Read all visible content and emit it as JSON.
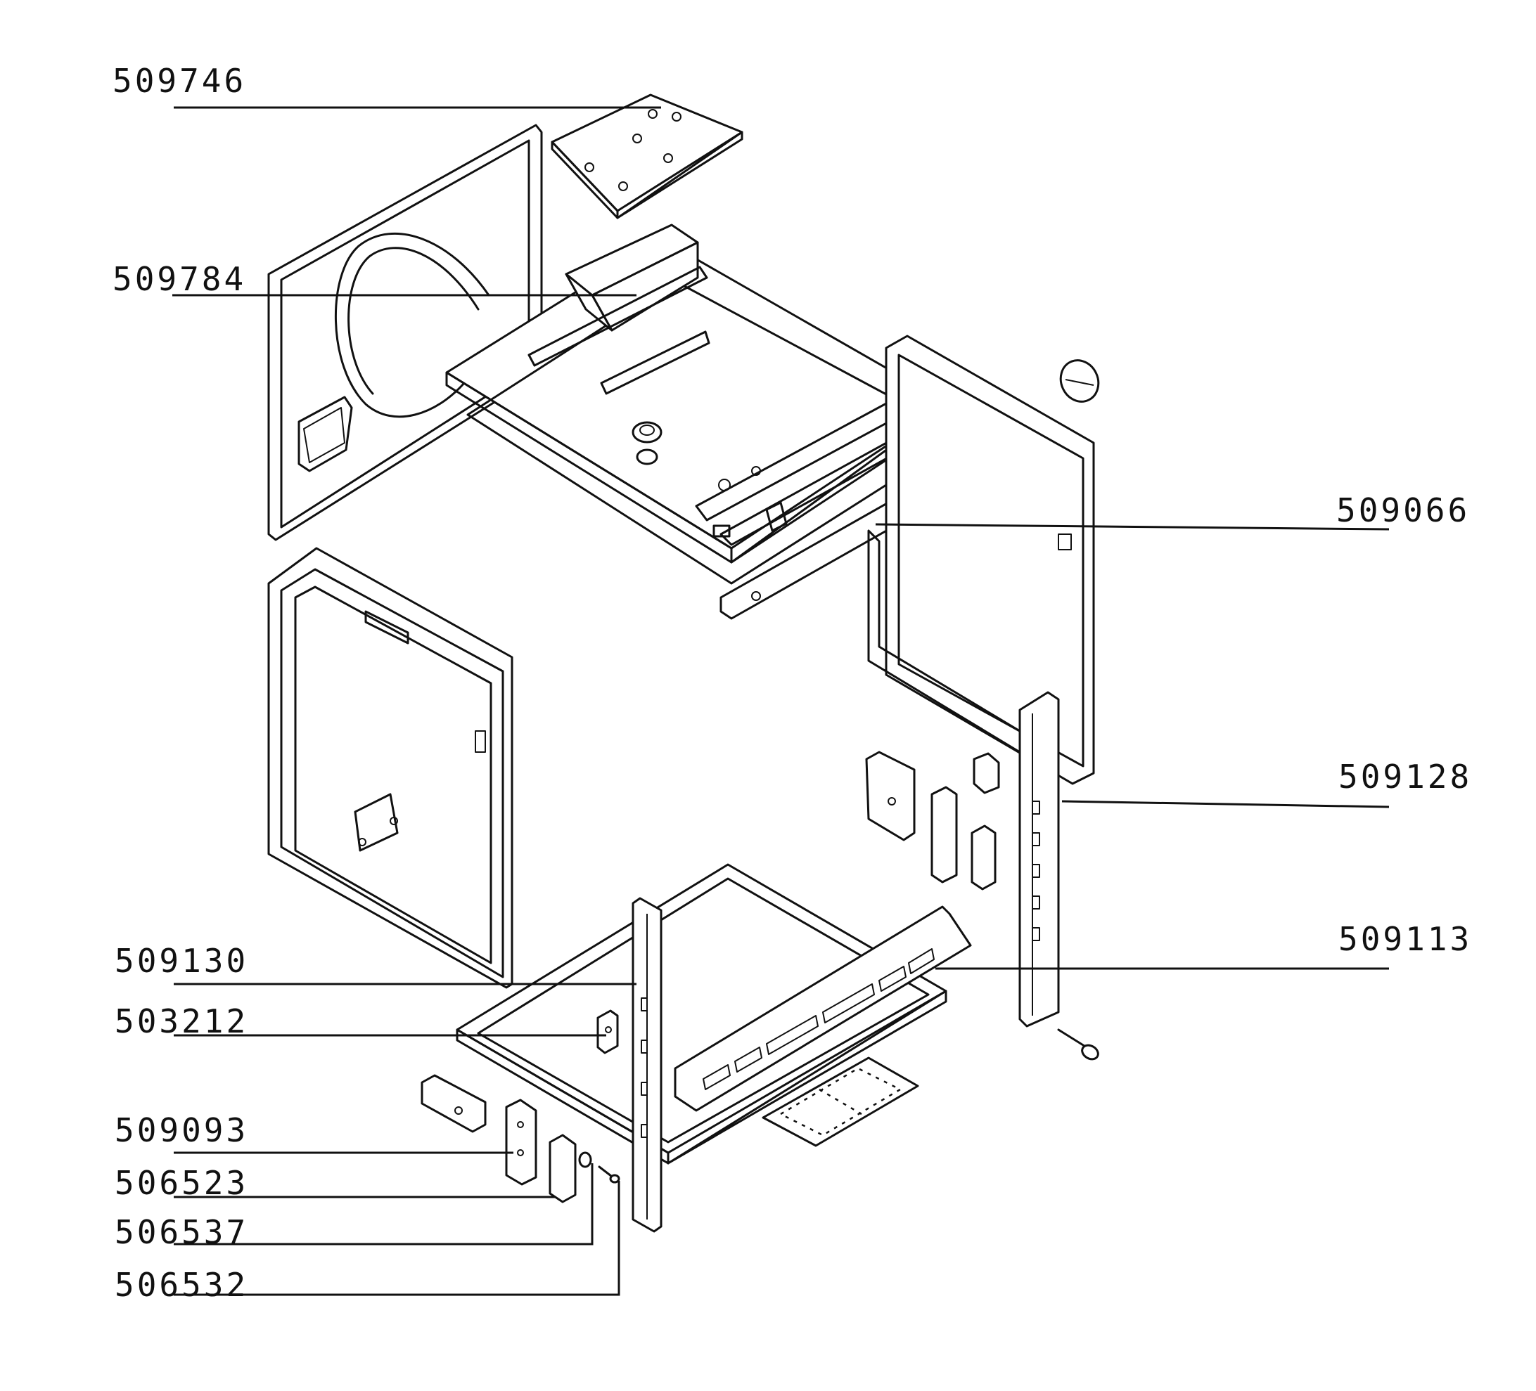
{
  "diagram": {
    "labels": {
      "l_509746": "509746",
      "l_509784": "509784",
      "l_509066": "509066",
      "l_509128": "509128",
      "l_509113": "509113",
      "l_509130": "509130",
      "l_503212": "503212",
      "l_509093": "509093",
      "l_506523": "506523",
      "l_506537": "506537",
      "l_506532": "506532"
    }
  }
}
